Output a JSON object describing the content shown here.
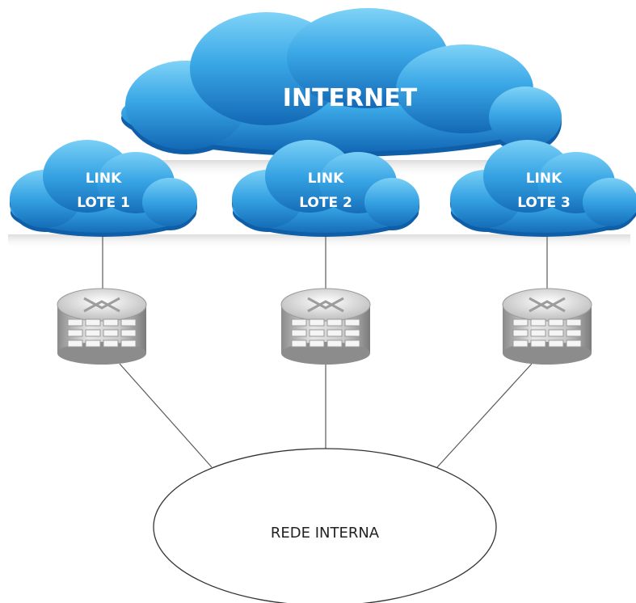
{
  "internet": {
    "label": "INTERNET"
  },
  "links": [
    {
      "line1": "LINK",
      "line2": "LOTE 1"
    },
    {
      "line1": "LINK",
      "line2": "LOTE 2"
    },
    {
      "line1": "LINK",
      "line2": "LOTE 3"
    }
  ],
  "internal_network": {
    "label": "REDE INTERNA"
  },
  "colors": {
    "cloud_light": "#5cc3f2",
    "cloud_dark": "#1576c2",
    "router_light": "#eeeeee",
    "router_dark": "#8a8a8a",
    "line": "#555555"
  }
}
